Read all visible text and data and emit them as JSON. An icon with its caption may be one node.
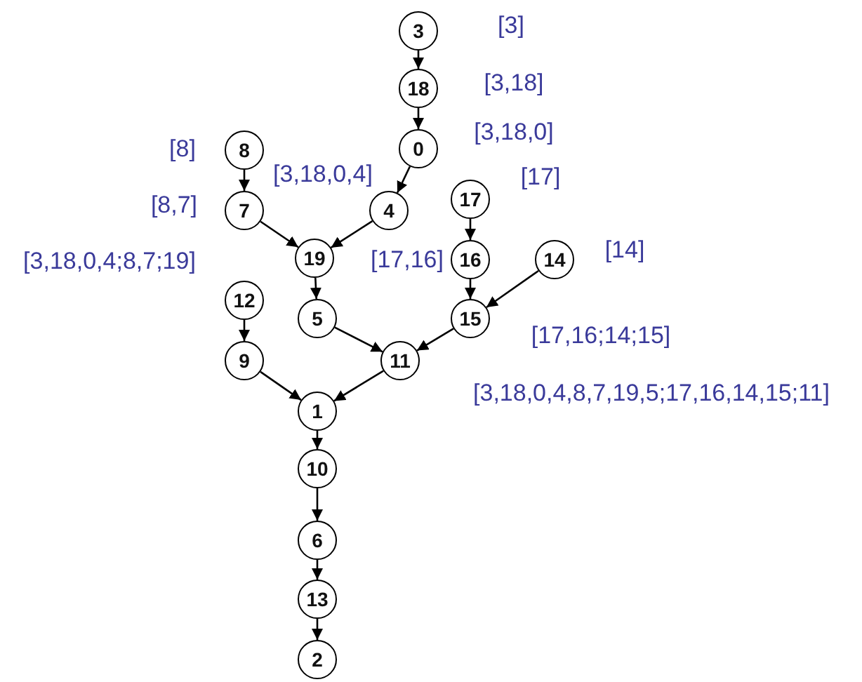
{
  "diagram": {
    "nodes": [
      {
        "text": [
          "3"
        ]
      },
      {
        "text": [
          "18"
        ]
      },
      {
        "text": [
          "0"
        ]
      },
      {
        "text": [
          "8"
        ]
      },
      {
        "text": [
          "7"
        ]
      },
      {
        "text": [
          "4"
        ]
      },
      {
        "text": [
          "17"
        ]
      },
      {
        "text": [
          "19"
        ]
      },
      {
        "text": [
          "16"
        ]
      },
      {
        "text": [
          "14"
        ]
      },
      {
        "text": [
          "12"
        ]
      },
      {
        "text": [
          "5"
        ]
      },
      {
        "text": [
          "15"
        ]
      },
      {
        "text": [
          "9"
        ]
      },
      {
        "text": [
          "11"
        ]
      },
      {
        "text": [
          "1"
        ]
      },
      {
        "text": [
          "10"
        ]
      },
      {
        "text": [
          "6"
        ]
      },
      {
        "text": [
          "13"
        ]
      },
      {
        "text": [
          "2"
        ]
      }
    ],
    "edges": [
      {
        "from": 0,
        "to": 1,
        "arrow": "to"
      },
      {
        "from": 1,
        "to": 2,
        "arrow": "to"
      },
      {
        "from": 2,
        "to": 5,
        "arrow": "to"
      },
      {
        "from": 3,
        "to": 4,
        "arrow": "to"
      },
      {
        "from": 4,
        "to": 7,
        "arrow": "to"
      },
      {
        "from": 5,
        "to": 7,
        "arrow": "to"
      },
      {
        "from": 6,
        "to": 8,
        "arrow": "to"
      },
      {
        "from": 8,
        "to": 12,
        "arrow": "to"
      },
      {
        "from": 9,
        "to": 12,
        "arrow": "to"
      },
      {
        "from": 7,
        "to": 11,
        "arrow": "to"
      },
      {
        "from": 10,
        "to": 13,
        "arrow": "to"
      },
      {
        "from": 11,
        "to": 14,
        "arrow": "to"
      },
      {
        "from": 12,
        "to": 14,
        "arrow": "to"
      },
      {
        "from": 13,
        "to": 15,
        "arrow": "to"
      },
      {
        "from": 14,
        "to": 15,
        "arrow": "to"
      },
      {
        "from": 15,
        "to": 16,
        "arrow": "to"
      },
      {
        "from": 16,
        "to": 17,
        "arrow": "to"
      },
      {
        "from": 17,
        "to": 18,
        "arrow": "to"
      },
      {
        "from": 18,
        "to": 19,
        "arrow": "to"
      }
    ],
    "labels": [
      "[3]",
      "[3,18]",
      "[3,18,0]",
      "[8]",
      "[3,18,0,4]",
      "[17]",
      "[8,7]",
      "[3,18,0,4;8,7;19]",
      "[17,16]",
      "[14]",
      "[17,16;14;15]",
      "[3,18,0,4,8,7,19,5;17,16,14,15;11]"
    ]
  }
}
